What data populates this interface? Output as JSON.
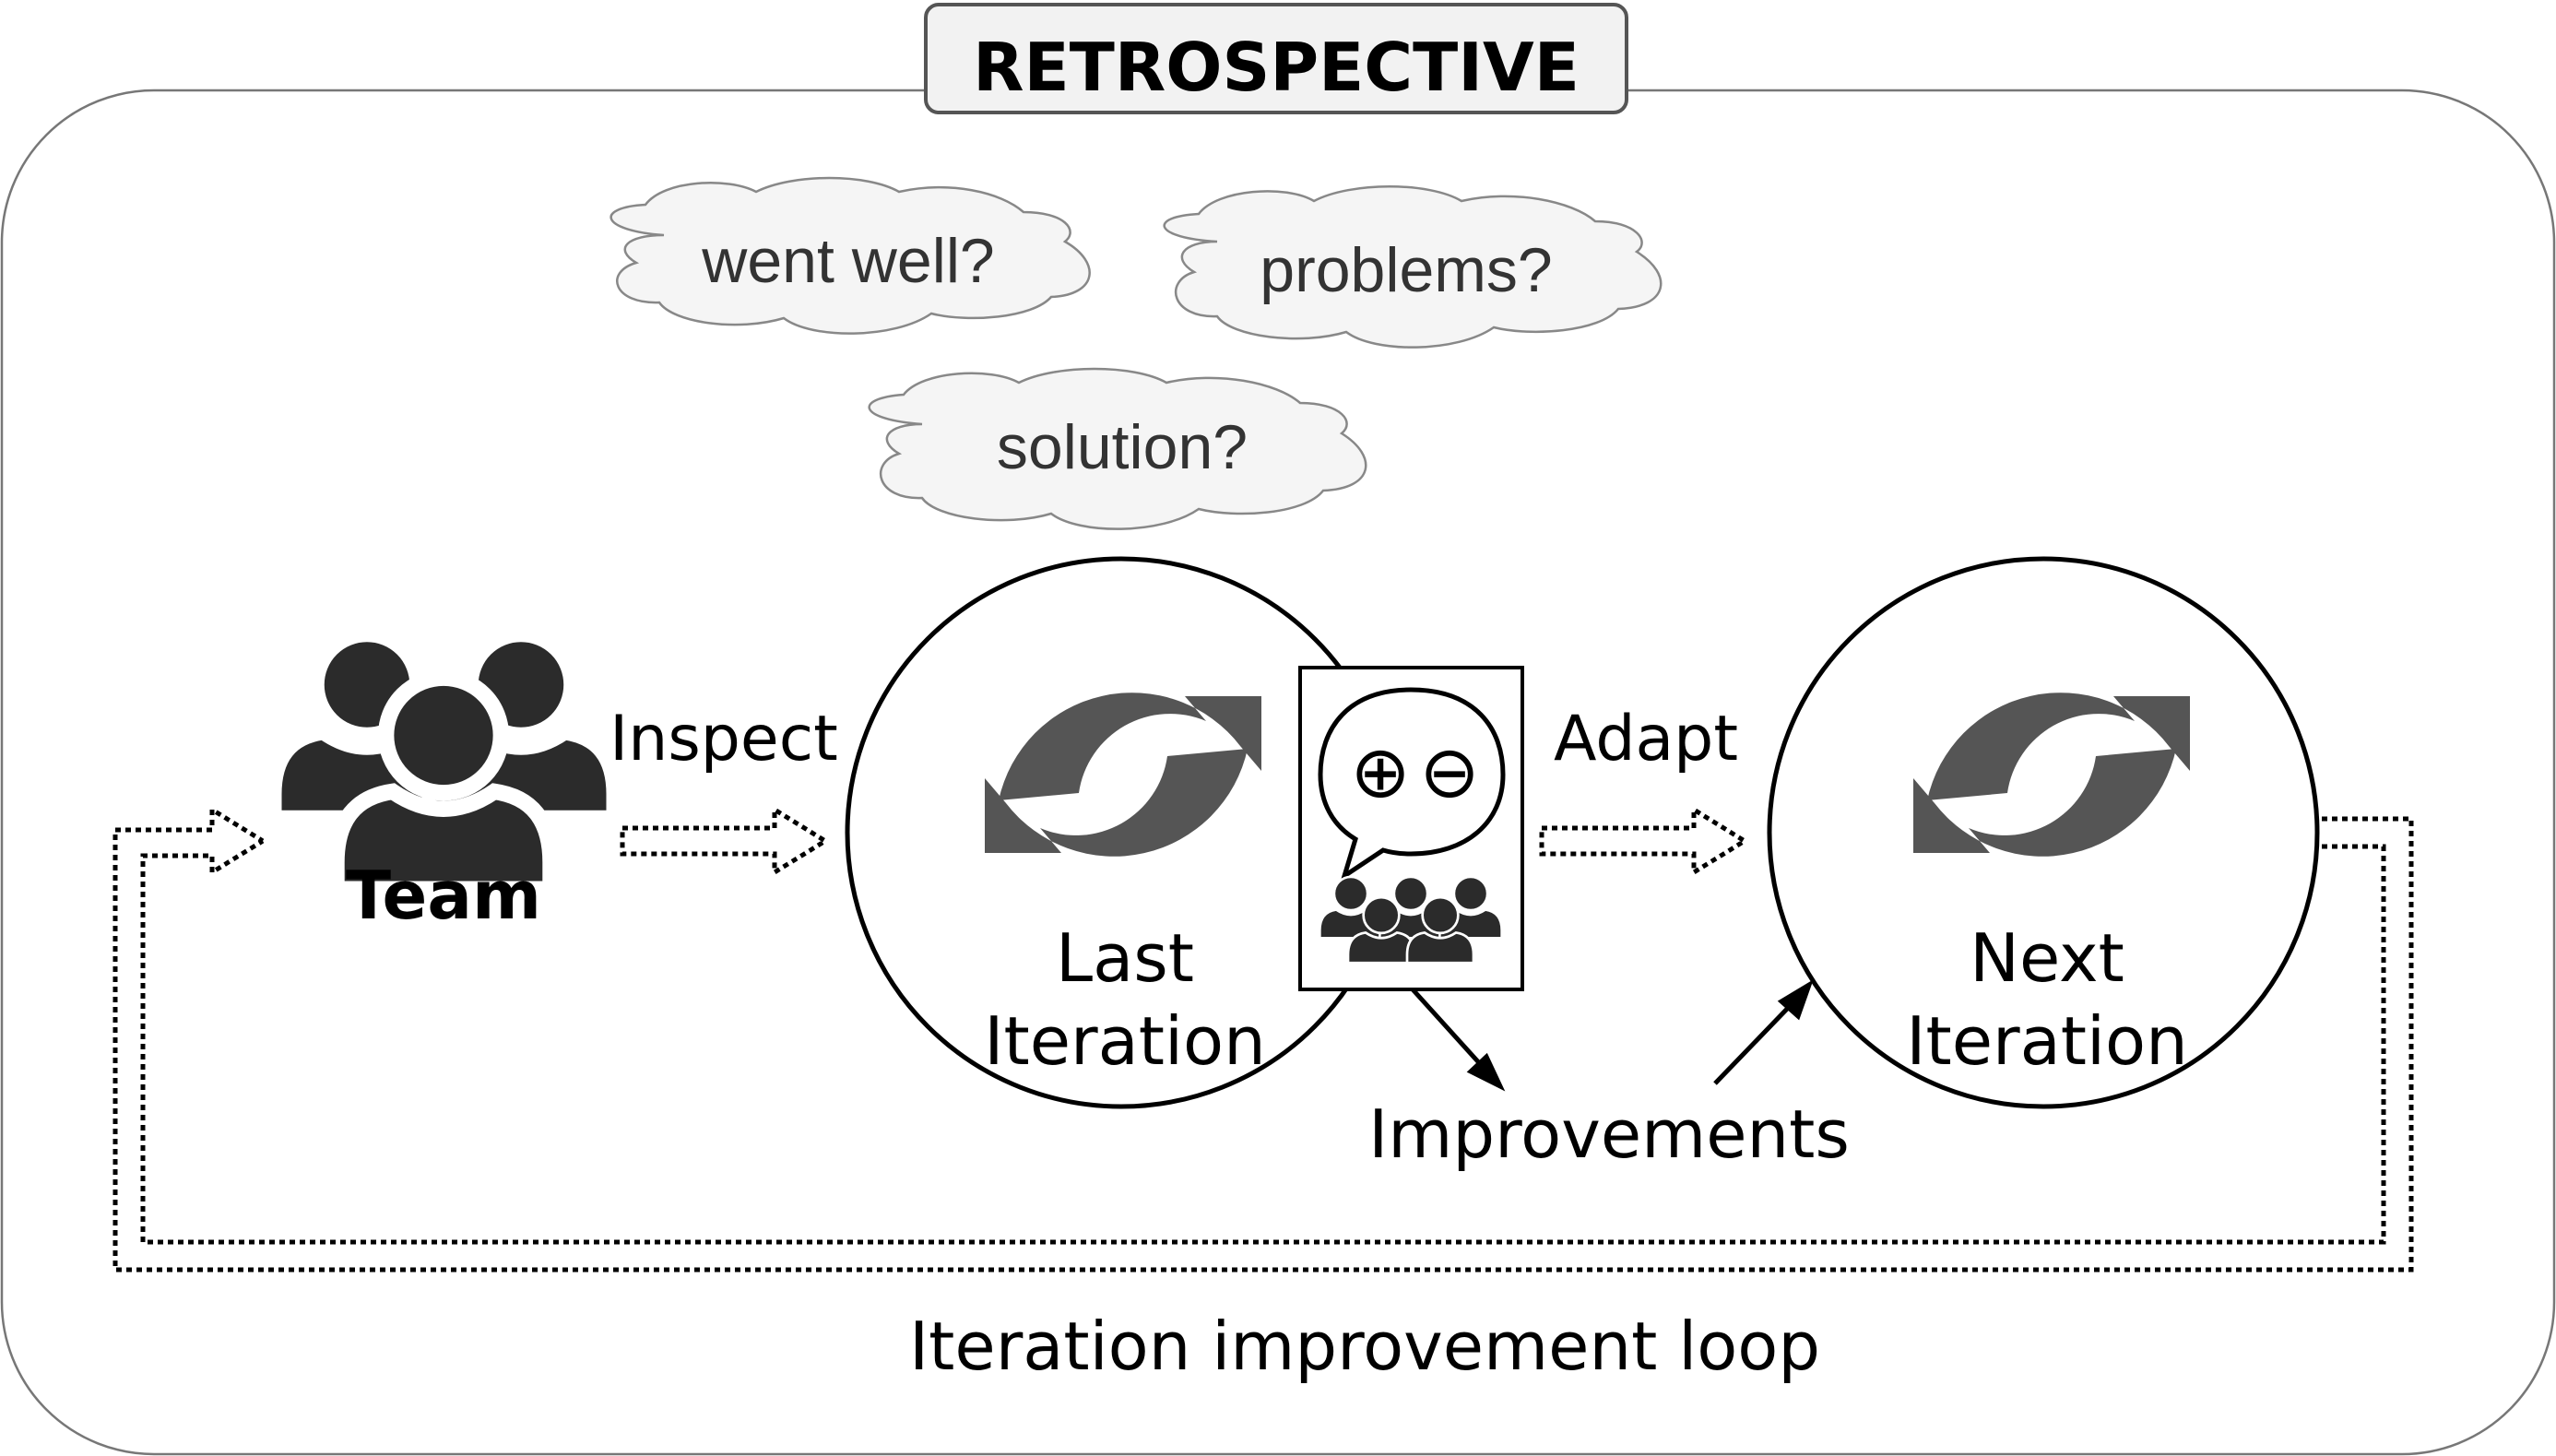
{
  "title": "RETROSPECTIVE",
  "clouds": {
    "went_well": "went well?",
    "problems": "problems?",
    "solution": "solution?"
  },
  "team": {
    "label": "Team"
  },
  "flow": {
    "inspect": "Inspect",
    "adapt": "Adapt",
    "improvements": "Improvements"
  },
  "last_iteration": {
    "line1": "Last",
    "line2": "Iteration"
  },
  "next_iteration": {
    "line1": "Next",
    "line2": "Iteration"
  },
  "loop_label": "Iteration improvement loop",
  "review_card": {
    "plus_symbol": "⊕",
    "minus_symbol": "⊖"
  },
  "colors": {
    "icon": "#555555",
    "team_icon": "#2b2b2b",
    "stroke": "#000000"
  },
  "icons": {
    "team": "people-group-icon",
    "refresh": "refresh-cycle-icon",
    "speech": "speech-bubble-icon",
    "small_team": "small-people-icon"
  }
}
